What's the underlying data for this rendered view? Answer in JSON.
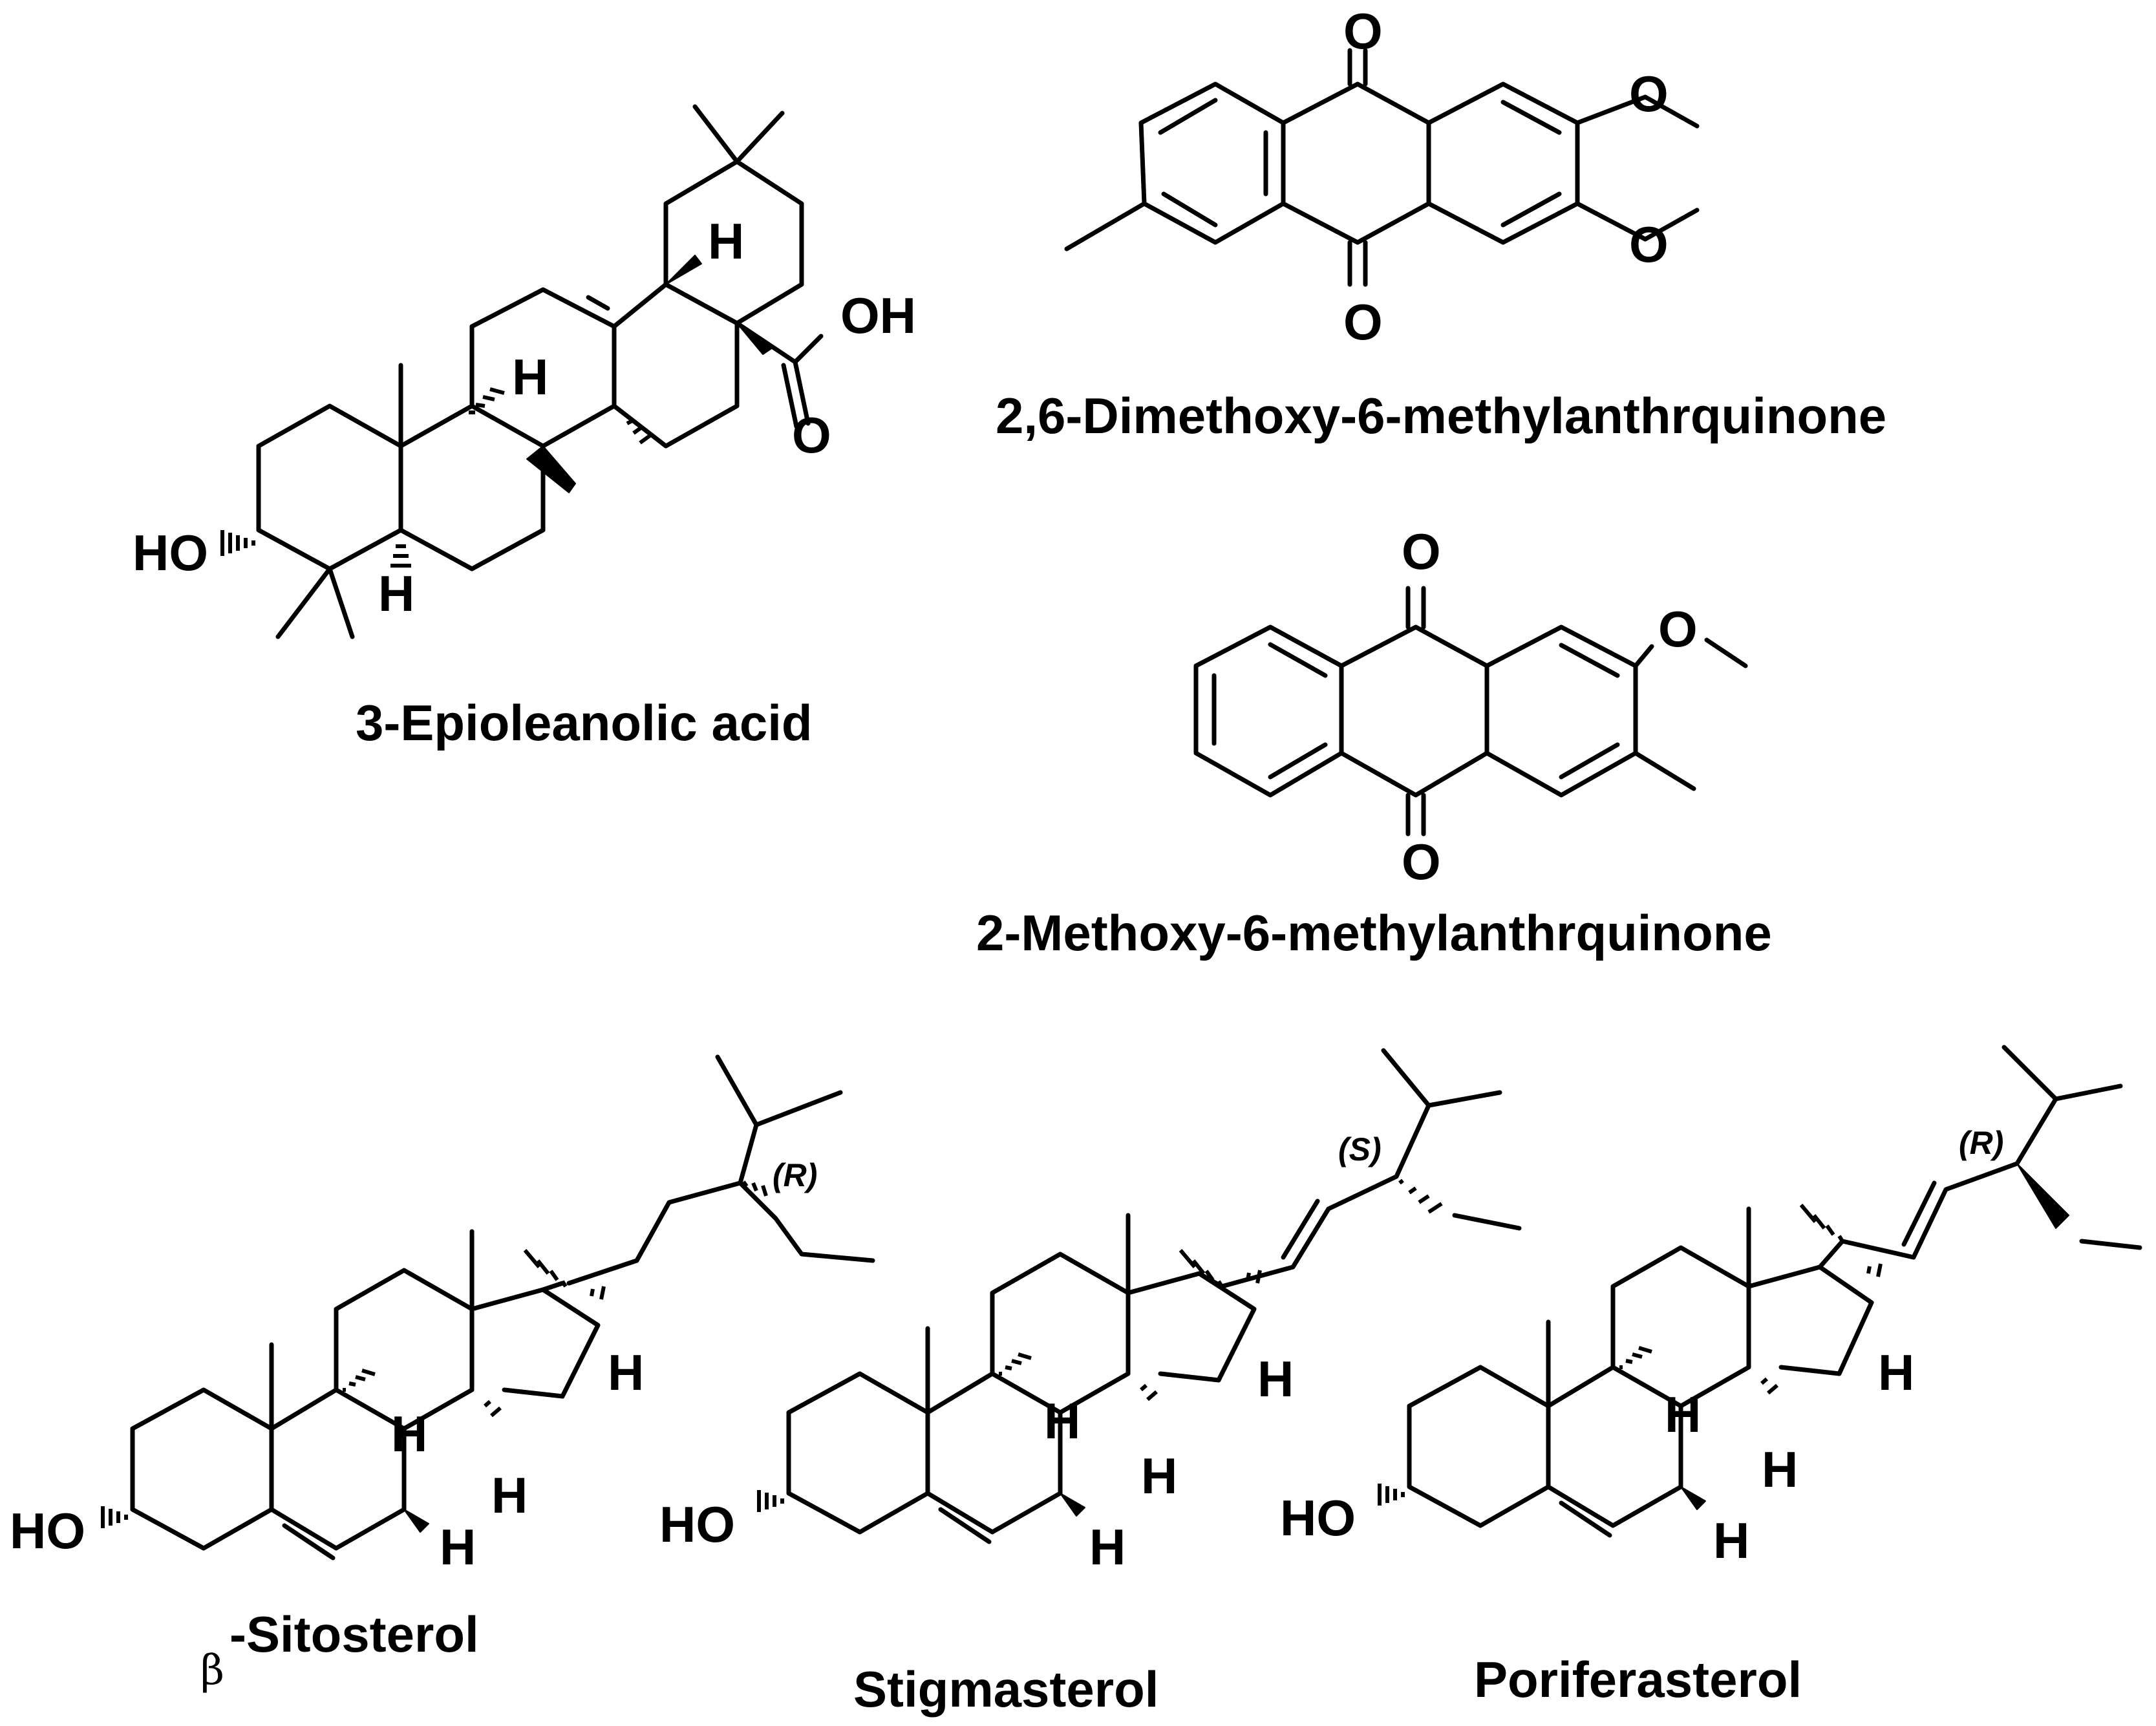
{
  "labels": {
    "oh": "OH",
    "ho": "HO",
    "o": "O",
    "h": "H",
    "beta": "β"
  },
  "stereo": {
    "r": "(R)",
    "s": "(S)"
  },
  "compounds": {
    "epioleanolic": "3-Epioleanolic acid",
    "dimethoxy": "2,6-Dimethoxy-6-methylanthrquinone",
    "methoxy": "2-Methoxy-6-methylanthrquinone",
    "sitosterol": "-Sitosterol",
    "stigmasterol": "Stigmasterol",
    "poriferasterol": "Poriferasterol"
  }
}
